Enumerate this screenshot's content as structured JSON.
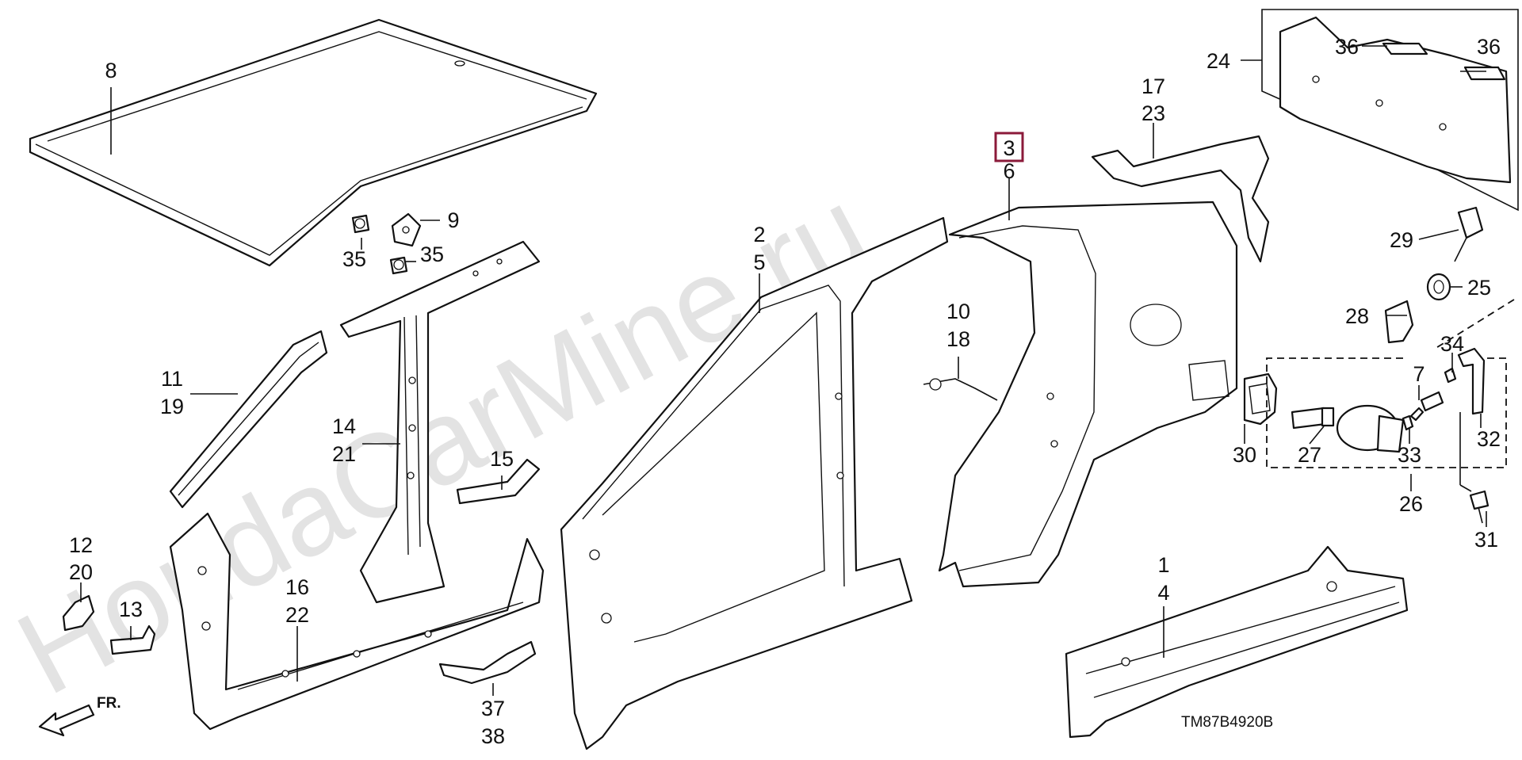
{
  "diagram": {
    "watermark": "HondaCarMine.ru",
    "diagram_code": "TM87B4920B",
    "front_label": "FR.",
    "highlighted_part": "3",
    "callouts": {
      "c8": "8",
      "c9": "9",
      "c35a": "35",
      "c35b": "35",
      "c11": "11",
      "c19": "19",
      "c14": "14",
      "c21": "21",
      "c15": "15",
      "c12": "12",
      "c20": "20",
      "c13": "13",
      "c16": "16",
      "c22": "22",
      "c37": "37",
      "c38": "38",
      "c2": "2",
      "c5": "5",
      "c10": "10",
      "c18": "18",
      "c3": "3",
      "c6": "6",
      "c17": "17",
      "c23": "23",
      "c24": "24",
      "c36a": "36",
      "c36b": "36",
      "c29": "29",
      "c25": "25",
      "c28": "28",
      "c34": "34",
      "c7": "7",
      "c30": "30",
      "c27": "27",
      "c33": "33",
      "c32": "32",
      "c26": "26",
      "c31": "31",
      "c1": "1",
      "c4": "4"
    }
  }
}
